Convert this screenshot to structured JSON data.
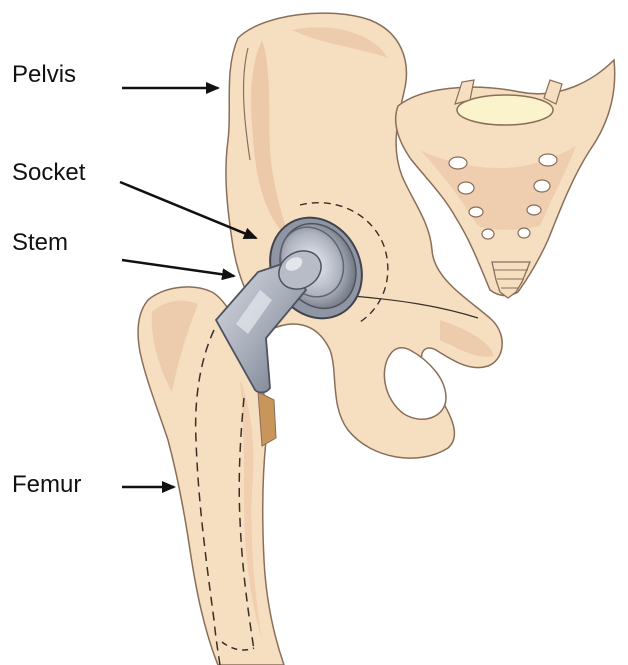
{
  "diagram": {
    "labels": {
      "pelvis": "Pelvis",
      "socket": "Socket",
      "stem": "Stem",
      "femur": "Femur"
    },
    "colors": {
      "bone_fill": "#f6dfc0",
      "bone_shade": "#e8bfa0",
      "bone_outline": "#8a6e5a",
      "cartilage": "#faf3cc",
      "implant_light": "#c9ccd6",
      "implant_mid": "#9aa0ad",
      "implant_dark": "#5f6573",
      "marrow_line": "#3a2e28",
      "cement": "#c8955a",
      "arrow": "#111111",
      "background": "#ffffff"
    },
    "icons": {
      "arrow": "arrow-right-icon",
      "implant": "hip-implant-icon"
    }
  }
}
